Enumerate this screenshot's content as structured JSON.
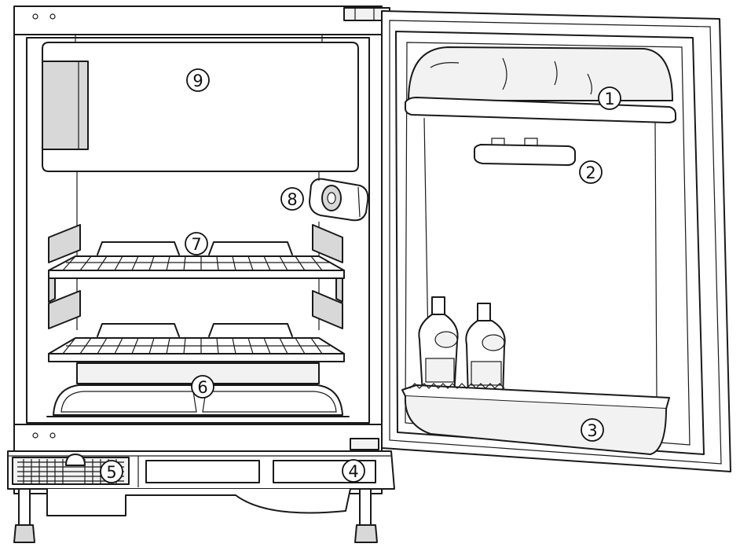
{
  "callouts": [
    {
      "id": "c1",
      "label": "1"
    },
    {
      "id": "c2",
      "label": "2"
    },
    {
      "id": "c3",
      "label": "3"
    },
    {
      "id": "c4",
      "label": "4"
    },
    {
      "id": "c5",
      "label": "5"
    },
    {
      "id": "c6",
      "label": "6"
    },
    {
      "id": "c7",
      "label": "7"
    },
    {
      "id": "c8",
      "label": "8"
    },
    {
      "id": "c9",
      "label": "9"
    }
  ],
  "colors": {
    "stroke": "#1a1a1a",
    "background": "#ffffff",
    "shade": "#d8d8d8"
  },
  "icons": [
    "refrigerator-body",
    "freezer-compartment",
    "thermostat-knob",
    "wire-shelf",
    "crisper-drawer",
    "door-bottle-shelf",
    "door-egg-shelf",
    "ventilation-grille",
    "adjustable-foot",
    "bottle"
  ]
}
